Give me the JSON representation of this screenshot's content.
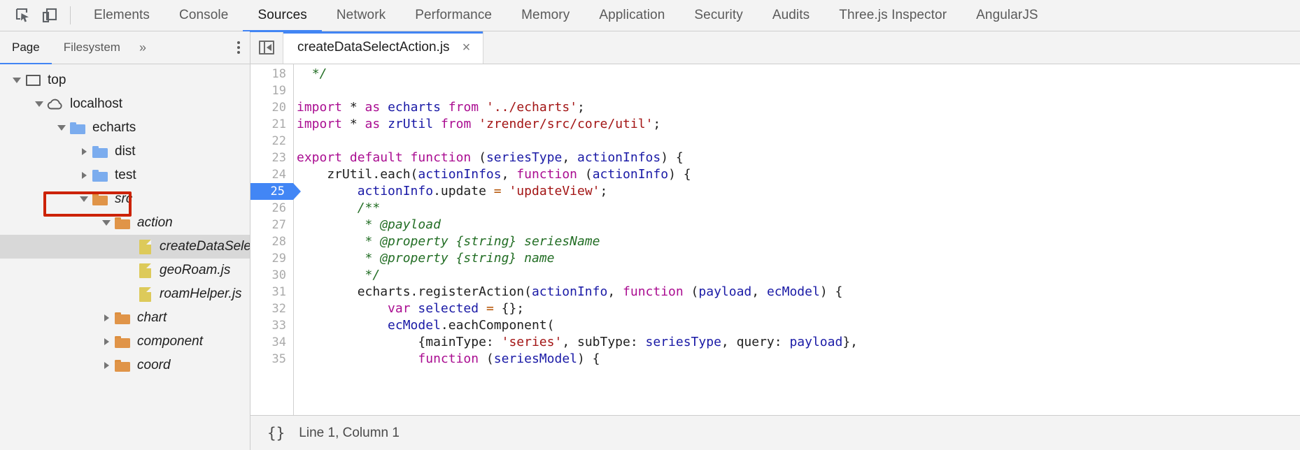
{
  "toolbar": {
    "inspect_icon": "inspect-cursor-icon",
    "device_icon": "device-toolbar-icon",
    "tabs": [
      {
        "label": "Elements",
        "selected": false
      },
      {
        "label": "Console",
        "selected": false
      },
      {
        "label": "Sources",
        "selected": true
      },
      {
        "label": "Network",
        "selected": false
      },
      {
        "label": "Performance",
        "selected": false
      },
      {
        "label": "Memory",
        "selected": false
      },
      {
        "label": "Application",
        "selected": false
      },
      {
        "label": "Security",
        "selected": false
      },
      {
        "label": "Audits",
        "selected": false
      },
      {
        "label": "Three.js Inspector",
        "selected": false
      },
      {
        "label": "AngularJS",
        "selected": false
      }
    ]
  },
  "navigator": {
    "tabs": [
      {
        "label": "Page",
        "selected": true
      },
      {
        "label": "Filesystem",
        "selected": false
      }
    ],
    "more_label": "»",
    "menu_icon": "more-options-icon",
    "tree": [
      {
        "label": "top",
        "depth": 0,
        "twisty": "open",
        "icon": "frame",
        "italic": false,
        "selected": false
      },
      {
        "label": "localhost",
        "depth": 1,
        "twisty": "open",
        "icon": "cloud",
        "italic": false,
        "selected": false
      },
      {
        "label": "echarts",
        "depth": 2,
        "twisty": "open",
        "icon": "folder-blue",
        "italic": false,
        "selected": false
      },
      {
        "label": "dist",
        "depth": 3,
        "twisty": "closed",
        "icon": "folder-blue",
        "italic": false,
        "selected": false
      },
      {
        "label": "test",
        "depth": 3,
        "twisty": "closed",
        "icon": "folder-blue",
        "italic": false,
        "selected": false
      },
      {
        "label": "src",
        "depth": 3,
        "twisty": "open",
        "icon": "folder-orange",
        "italic": true,
        "selected": false,
        "highlighted": true
      },
      {
        "label": "action",
        "depth": 4,
        "twisty": "open",
        "icon": "folder-orange",
        "italic": true,
        "selected": false
      },
      {
        "label": "createDataSelectAction.js",
        "depth": 5,
        "twisty": "none",
        "icon": "file",
        "italic": true,
        "selected": true
      },
      {
        "label": "geoRoam.js",
        "depth": 5,
        "twisty": "none",
        "icon": "file",
        "italic": true,
        "selected": false
      },
      {
        "label": "roamHelper.js",
        "depth": 5,
        "twisty": "none",
        "icon": "file",
        "italic": true,
        "selected": false
      },
      {
        "label": "chart",
        "depth": 4,
        "twisty": "closed",
        "icon": "folder-orange",
        "italic": true,
        "selected": false
      },
      {
        "label": "component",
        "depth": 4,
        "twisty": "closed",
        "icon": "folder-orange",
        "italic": true,
        "selected": false
      },
      {
        "label": "coord",
        "depth": 4,
        "twisty": "closed",
        "icon": "folder-orange",
        "italic": true,
        "selected": false
      }
    ]
  },
  "editor": {
    "navigator_toggle_icon": "panel-collapse-icon",
    "tab": {
      "filename": "createDataSelectAction.js",
      "close_label": "×"
    },
    "breakpoint_line": 25,
    "first_line": 18,
    "lines": [
      {
        "n": 18,
        "tokens": [
          {
            "t": "  ",
            "c": "pl"
          },
          {
            "t": "*/",
            "c": "com"
          }
        ]
      },
      {
        "n": 19,
        "tokens": []
      },
      {
        "n": 20,
        "tokens": [
          {
            "t": "import",
            "c": "kw"
          },
          {
            "t": " * ",
            "c": "pl"
          },
          {
            "t": "as",
            "c": "kw"
          },
          {
            "t": " ",
            "c": "pl"
          },
          {
            "t": "echarts",
            "c": "id"
          },
          {
            "t": " ",
            "c": "pl"
          },
          {
            "t": "from",
            "c": "kw"
          },
          {
            "t": " ",
            "c": "pl"
          },
          {
            "t": "'../echarts'",
            "c": "str"
          },
          {
            "t": ";",
            "c": "pl"
          }
        ]
      },
      {
        "n": 21,
        "tokens": [
          {
            "t": "import",
            "c": "kw"
          },
          {
            "t": " * ",
            "c": "pl"
          },
          {
            "t": "as",
            "c": "kw"
          },
          {
            "t": " ",
            "c": "pl"
          },
          {
            "t": "zrUtil",
            "c": "id"
          },
          {
            "t": " ",
            "c": "pl"
          },
          {
            "t": "from",
            "c": "kw"
          },
          {
            "t": " ",
            "c": "pl"
          },
          {
            "t": "'zrender/src/core/util'",
            "c": "str"
          },
          {
            "t": ";",
            "c": "pl"
          }
        ]
      },
      {
        "n": 22,
        "tokens": []
      },
      {
        "n": 23,
        "tokens": [
          {
            "t": "export default function",
            "c": "kw"
          },
          {
            "t": " (",
            "c": "pl"
          },
          {
            "t": "seriesType",
            "c": "id"
          },
          {
            "t": ", ",
            "c": "pl"
          },
          {
            "t": "actionInfos",
            "c": "id"
          },
          {
            "t": ") {",
            "c": "pl"
          }
        ]
      },
      {
        "n": 24,
        "tokens": [
          {
            "t": "    zrUtil.each(",
            "c": "pl"
          },
          {
            "t": "actionInfos",
            "c": "id"
          },
          {
            "t": ", ",
            "c": "pl"
          },
          {
            "t": "function",
            "c": "kw"
          },
          {
            "t": " (",
            "c": "pl"
          },
          {
            "t": "actionInfo",
            "c": "id"
          },
          {
            "t": ") {",
            "c": "pl"
          }
        ]
      },
      {
        "n": 25,
        "tokens": [
          {
            "t": "        ",
            "c": "pl"
          },
          {
            "t": "actionInfo",
            "c": "id"
          },
          {
            "t": ".update ",
            "c": "pl"
          },
          {
            "t": "=",
            "c": "op"
          },
          {
            "t": " ",
            "c": "pl"
          },
          {
            "t": "'updateView'",
            "c": "str"
          },
          {
            "t": ";",
            "c": "pl"
          }
        ]
      },
      {
        "n": 26,
        "tokens": [
          {
            "t": "        /**",
            "c": "com"
          }
        ]
      },
      {
        "n": 27,
        "tokens": [
          {
            "t": "         * @payload",
            "c": "com"
          }
        ]
      },
      {
        "n": 28,
        "tokens": [
          {
            "t": "         * @property {string} seriesName",
            "c": "com"
          }
        ]
      },
      {
        "n": 29,
        "tokens": [
          {
            "t": "         * @property {string} name",
            "c": "com"
          }
        ]
      },
      {
        "n": 30,
        "tokens": [
          {
            "t": "         */",
            "c": "com"
          }
        ]
      },
      {
        "n": 31,
        "tokens": [
          {
            "t": "        echarts.registerAction(",
            "c": "pl"
          },
          {
            "t": "actionInfo",
            "c": "id"
          },
          {
            "t": ", ",
            "c": "pl"
          },
          {
            "t": "function",
            "c": "kw"
          },
          {
            "t": " (",
            "c": "pl"
          },
          {
            "t": "payload",
            "c": "id"
          },
          {
            "t": ", ",
            "c": "pl"
          },
          {
            "t": "ecModel",
            "c": "id"
          },
          {
            "t": ") {",
            "c": "pl"
          }
        ]
      },
      {
        "n": 32,
        "tokens": [
          {
            "t": "            ",
            "c": "pl"
          },
          {
            "t": "var",
            "c": "kw"
          },
          {
            "t": " ",
            "c": "pl"
          },
          {
            "t": "selected",
            "c": "id"
          },
          {
            "t": " ",
            "c": "pl"
          },
          {
            "t": "=",
            "c": "op"
          },
          {
            "t": " {};",
            "c": "pl"
          }
        ]
      },
      {
        "n": 33,
        "tokens": [
          {
            "t": "            ",
            "c": "pl"
          },
          {
            "t": "ecModel",
            "c": "id"
          },
          {
            "t": ".eachComponent(",
            "c": "pl"
          }
        ]
      },
      {
        "n": 34,
        "tokens": [
          {
            "t": "                {mainType: ",
            "c": "pl"
          },
          {
            "t": "'series'",
            "c": "str"
          },
          {
            "t": ", subType: ",
            "c": "pl"
          },
          {
            "t": "seriesType",
            "c": "id"
          },
          {
            "t": ", query: ",
            "c": "pl"
          },
          {
            "t": "payload",
            "c": "id"
          },
          {
            "t": "},",
            "c": "pl"
          }
        ]
      },
      {
        "n": 35,
        "tokens": [
          {
            "t": "                ",
            "c": "pl"
          },
          {
            "t": "function",
            "c": "kw"
          },
          {
            "t": " (",
            "c": "pl"
          },
          {
            "t": "seriesModel",
            "c": "id"
          },
          {
            "t": ") {",
            "c": "pl"
          }
        ]
      }
    ]
  },
  "status_bar": {
    "pretty_print_label": "{}",
    "cursor_position": "Line 1, Column 1"
  },
  "colors": {
    "accent": "#4285f4",
    "highlight_box": "#cc2200",
    "selection": "#d8d8d8",
    "folder_blue": "#7bacee",
    "folder_orange": "#e09448",
    "file_yellow": "#ddca5a"
  }
}
